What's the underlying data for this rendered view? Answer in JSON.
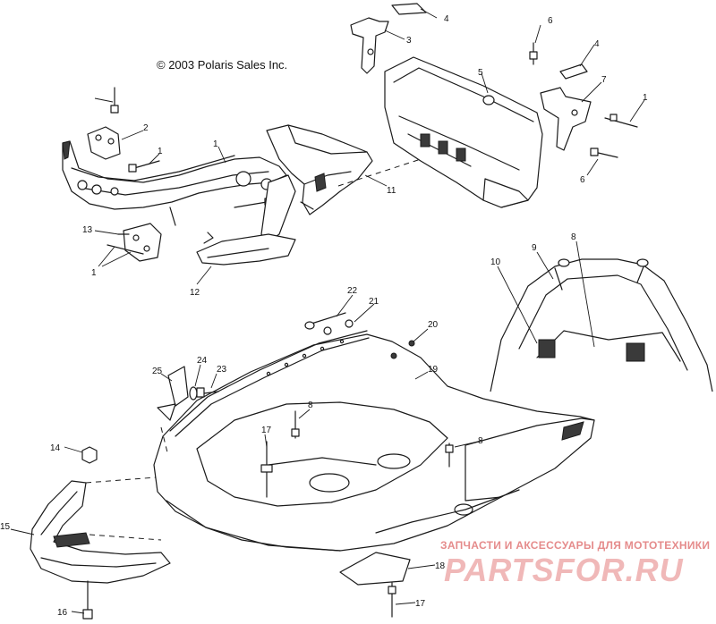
{
  "copyright": "© 2003 Polaris Sales Inc.",
  "watermark": {
    "line1": "ЗАПЧАСТИ И АКСЕССУАРЫ ДЛЯ МОТОТЕХНИКИ",
    "line2": "PARTSFOR.RU",
    "color": "#e58b8b"
  },
  "callouts": [
    "4",
    "3",
    "6",
    "4",
    "5",
    "7",
    "1",
    "6",
    "2",
    "1",
    "1",
    "11",
    "13",
    "1",
    "12",
    "10",
    "9",
    "8",
    "22",
    "21",
    "20",
    "19",
    "25",
    "24",
    "23",
    "8",
    "17",
    "8",
    "14",
    "15",
    "18",
    "17",
    "16"
  ]
}
